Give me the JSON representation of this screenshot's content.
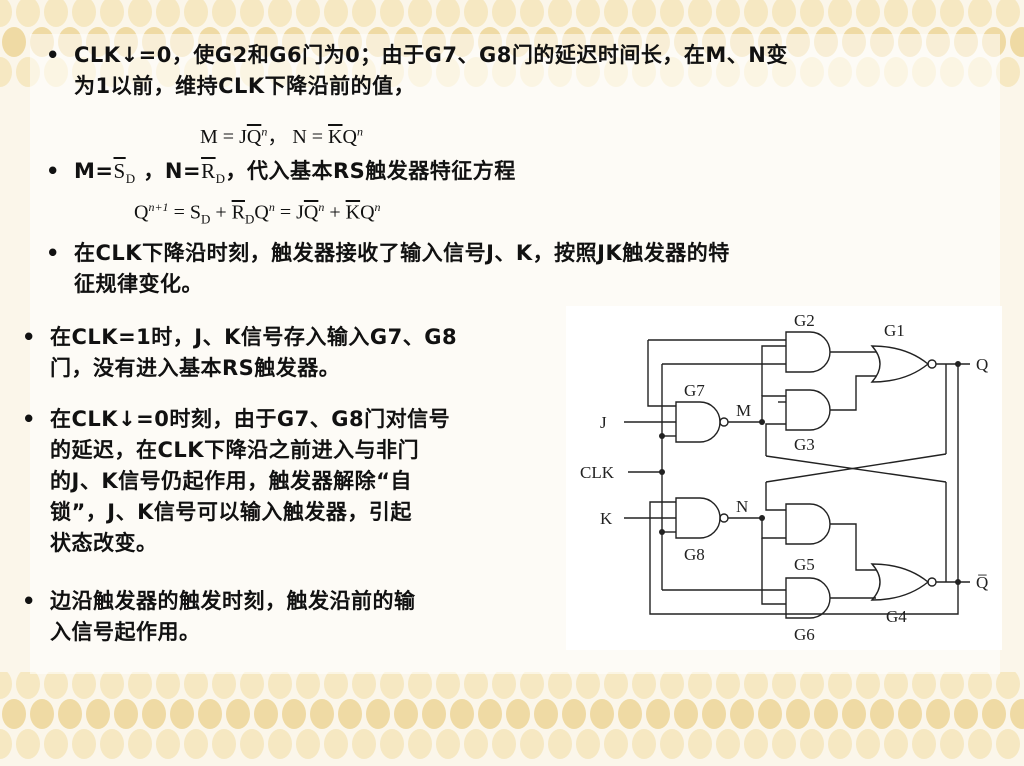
{
  "bullets_top": [
    {
      "line1": "CLK↓=0，使G2和G6门为0；由于G7、G8门的延迟时间长，在M、N变",
      "line2": "为1以前，维持CLK下降沿前的值，"
    },
    {
      "text": "M=S̅D ，N=R̅D，代入基本RS触发器特征方程"
    },
    {
      "line1": "在CLK下降沿时刻，触发器接收了输入信号J、K，按照JK触发器的特",
      "line2": "征规律变化。"
    }
  ],
  "bullets_left": [
    {
      "lines": [
        "在CLK=1时，J、K信号存入输入G7、G8",
        "门，没有进入基本RS触发器。"
      ]
    },
    {
      "lines": [
        "在CLK↓=0时刻，由于G7、G8门对信号",
        "的延迟，在CLK下降沿之前进入与非门",
        "的J、K信号仍起作用，触发器解除“自",
        "锁”，J、K信号可以输入触发器，引起",
        "状态改变。"
      ]
    },
    {
      "lines": [
        "边沿触发器的触发时刻，触发沿前的输",
        "入信号起作用。"
      ]
    }
  ],
  "formula1": {
    "m": "M = JQ",
    "sep": "，",
    "n": "N = KQ",
    "sup": "n"
  },
  "formula2": {
    "lhs": "Q",
    "lhs_sup": "n+1",
    "rhs": "= S",
    "sub": "D",
    "r": "R",
    "q": "Q",
    "sup": "n",
    "eq2": "= JQ",
    "plus": "+ KQ"
  },
  "diagram": {
    "gates": [
      "G1",
      "G2",
      "G3",
      "G4",
      "G5",
      "G6",
      "G7",
      "G8"
    ],
    "labels": {
      "J": "J",
      "K": "K",
      "CLK": "CLK",
      "M": "M",
      "N": "N",
      "Q": "Q",
      "Qbar": "Q̅"
    }
  },
  "colors": {
    "band": "#f3e3b0",
    "band_dot": "#e9cf86",
    "text": "#111111"
  }
}
